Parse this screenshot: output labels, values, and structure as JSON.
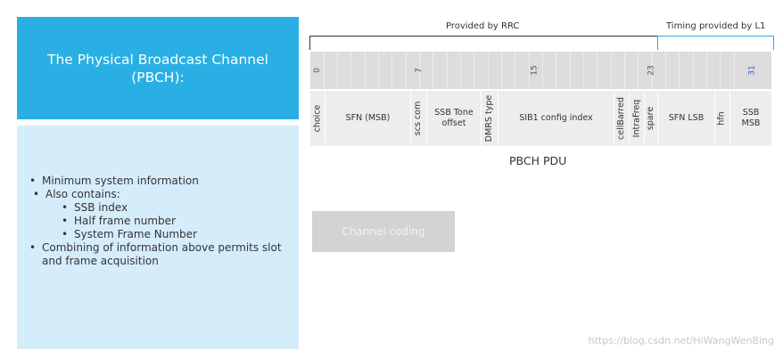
{
  "title": "The Physical Broadcast Channel\n(PBCH):",
  "bullets": [
    {
      "text": "Minimum system information",
      "level": 1
    },
    {
      "text": "Also contains:",
      "level": 1
    },
    {
      "text": "SSB index",
      "level": 2
    },
    {
      "text": "Half frame number",
      "level": 2
    },
    {
      "text": "System Frame Number",
      "level": 2
    },
    {
      "text": "Combining of information above permits slot and frame acquisition",
      "level": 1
    }
  ],
  "header": {
    "rrc_label": "Provided by RRC",
    "l1_label": "Timing provided by L1"
  },
  "bit_numbers": [
    "0",
    "7",
    "15",
    "23",
    "31"
  ],
  "fields": [
    "choice",
    "SFN (MSB)",
    "scs com",
    "SSB Tone offset",
    "DMRS type",
    "SIB1 config index",
    "cellBarred",
    "IntraFreq",
    "spare",
    "SFN LSB",
    "hfn",
    "SSB MSB"
  ],
  "pdu_label": "PBCH PDU",
  "channel_coding_label": "Channel coding",
  "watermark": "https://blog.csdn.net/HiWangWenBing",
  "colors": {
    "title_bg": "#29afe3",
    "bullets_bg": "#d5edfb",
    "l1_bracket": "#29afe3",
    "bit31": "#3a5fcd"
  }
}
